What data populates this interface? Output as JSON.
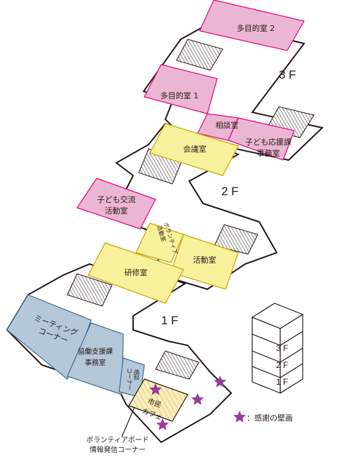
{
  "colors": {
    "pink": "#ebb6d3",
    "yellow": "#f8f19c",
    "blue": "#b4c8da",
    "star": "#9b3b9c",
    "outline": "#231815",
    "cafe": "#f9e7a0"
  },
  "floors": {
    "f3": "3 F",
    "f2": "2 F",
    "f1": "1 F"
  },
  "rooms_3f": {
    "tamokuteki2": "多目的室 2",
    "tamokuteki1": "多目的室 1",
    "soudan": "相談室",
    "kodomo_oen_line1": "子ども応援課",
    "kodomo_oen_line2": "事務室"
  },
  "rooms_2f": {
    "kaigi": "会議室",
    "kodomo_koryu_line1": "子ども交流",
    "kodomo_koryu_line2": "活動室",
    "volunteer_line1": "ボランティア",
    "volunteer_line2": "活動室",
    "katsudo": "活動室"
  },
  "rooms_1f": {
    "kenshu": "研修室",
    "meeting_line1": "ミーティング",
    "meeting_line2": "コーナー",
    "kyodo_line1": "協働支援課",
    "kyodo_line2": "事務室",
    "soudan_corner_line1": "相談",
    "soudan_corner_line2": "コーナー",
    "cafe_line1": "市民",
    "cafe_line2": "カフェ"
  },
  "callout": {
    "line1": "ボランティアボード",
    "line2": "情報発信コーナー"
  },
  "legend": {
    "star_label": "：感謝の壁画",
    "star_icon": "star-icon"
  },
  "mini_building": {
    "f3": "3 F",
    "f2": "2 F",
    "f1": "1 F"
  }
}
